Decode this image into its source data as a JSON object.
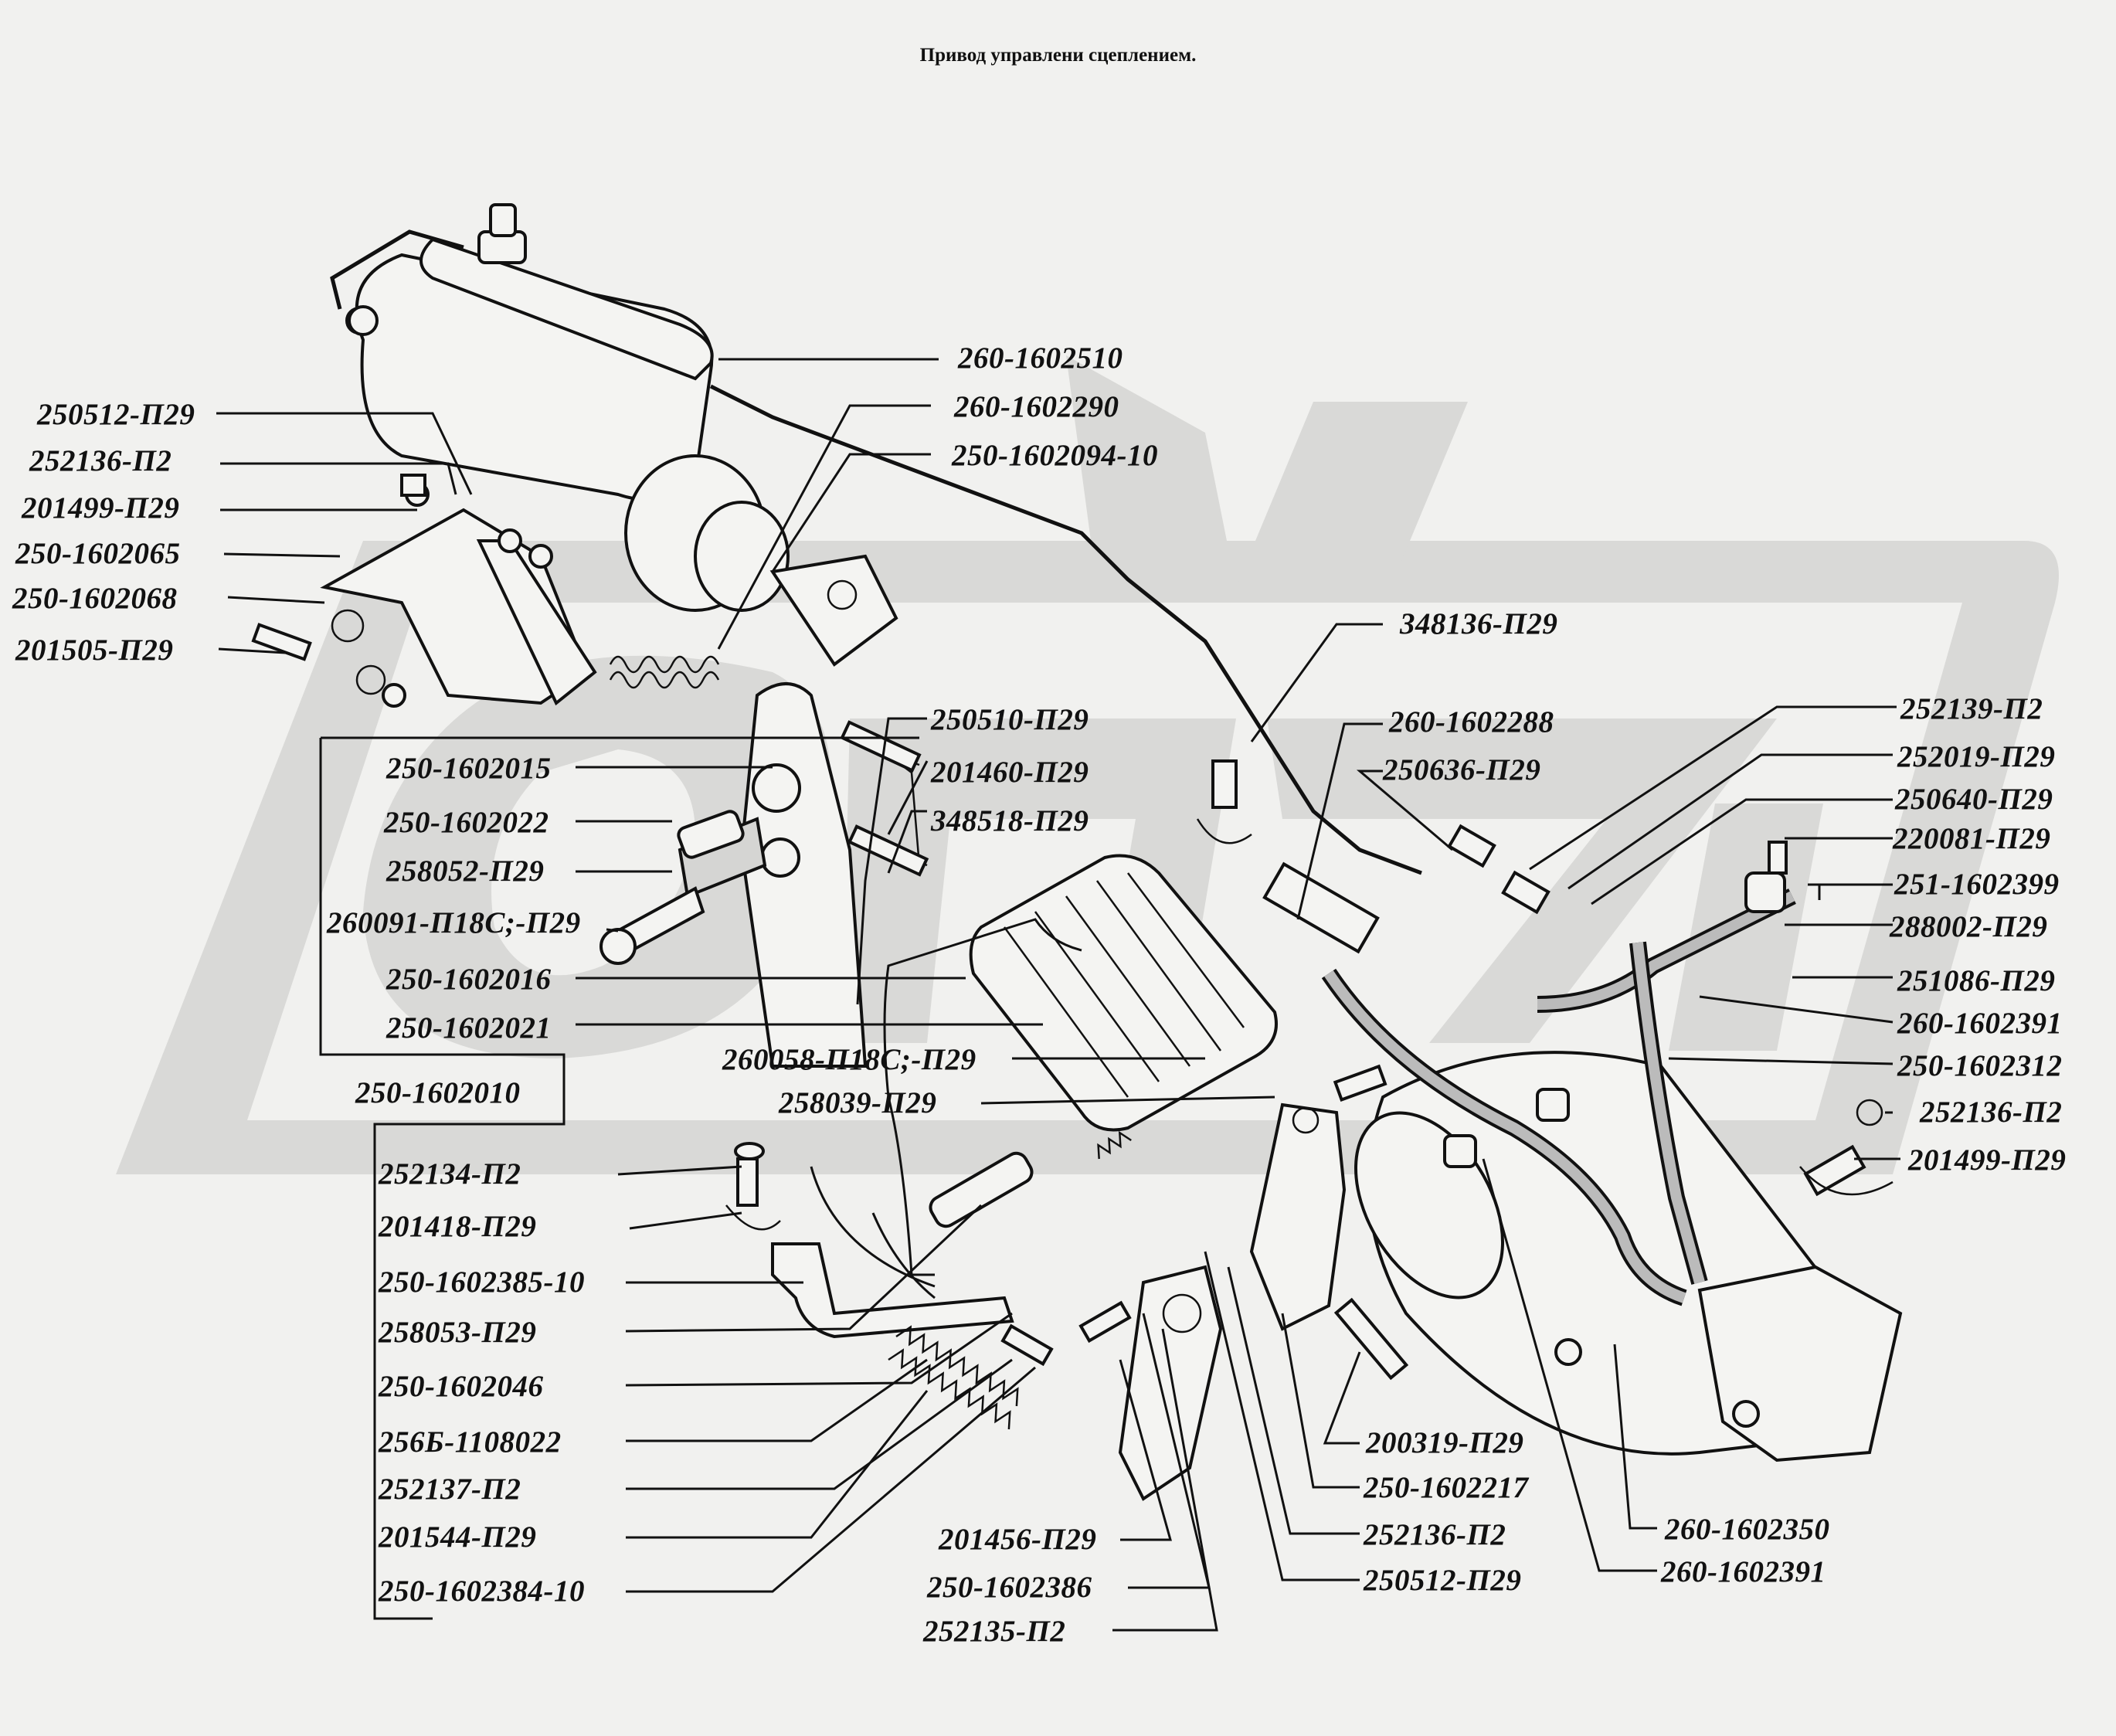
{
  "title": "Привод управлени сцеплением.",
  "watermark": {
    "text": "GAZ",
    "color": "#d9d9d7"
  },
  "colors": {
    "background": "#f1f1ef",
    "ink": "#111111",
    "watermark": "#d9d9d7"
  },
  "labels": {
    "l01": "260-1602510",
    "l02": "260-1602290",
    "l03": "250-1602094-10",
    "l04": "250512-П29",
    "l05": "252136-П2",
    "l06": "201499-П29",
    "l07": "250-1602065",
    "l08": "250-1602068",
    "l09": "201505-П29",
    "l10": "250-1602015",
    "l11": "250-1602022",
    "l12": "258052-П29",
    "l13": "260091-П18С;-П29",
    "l14": "250-1602016",
    "l15": "250-1602021",
    "l16": "250-1602010",
    "l17": "250510-П29",
    "l18": "201460-П29",
    "l19": "348518-П29",
    "l20": "260058-П18С;-П29",
    "l21": "258039-П29",
    "l22": "348136-П29",
    "l23": "260-1602288",
    "l24": "250636-П29",
    "l25": "252139-П2",
    "l26": "252019-П29",
    "l27": "250640-П29",
    "l28": "220081-П29",
    "l29": "251-1602399",
    "l30": "288002-П29",
    "l31": "251086-П29",
    "l32": "260-1602391",
    "l33": "250-1602312",
    "l34": "252136-П2",
    "l35": "201499-П29",
    "l36": "252134-П2",
    "l37": "201418-П29",
    "l38": "250-1602385-10",
    "l39": "258053-П29",
    "l40": "250-1602046",
    "l41": "256Б-1108022",
    "l42": "252137-П2",
    "l43": "201544-П29",
    "l44": "250-1602384-10",
    "l45": "201456-П29",
    "l46": "250-1602386",
    "l47": "252135-П2",
    "l48": "200319-П29",
    "l49": "250-1602217",
    "l50": "252136-П2",
    "l51": "250512-П29",
    "l52": "260-1602350",
    "l53": "260-1602391"
  }
}
